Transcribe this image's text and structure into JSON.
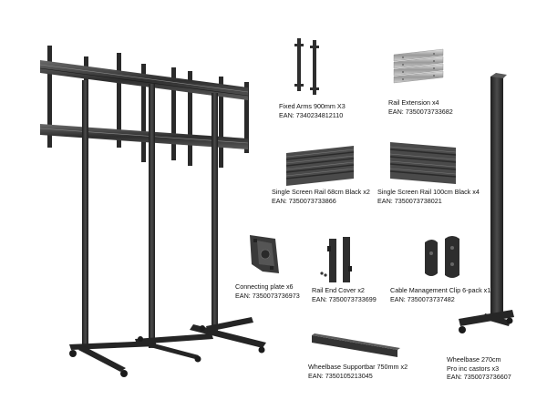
{
  "colors": {
    "background": "#ffffff",
    "metal_dark": "#2b2b2b",
    "metal_mid": "#4a4a4a",
    "metal_light": "#bdbdbd",
    "text": "#111111"
  },
  "parts": [
    {
      "id": "fixed-arms",
      "name": "Fixed Arms 900mm  X3",
      "ean": "EAN: 7340234812110"
    },
    {
      "id": "rail-extension",
      "name": "Rail Extension x4",
      "ean": "EAN: 7350073733682"
    },
    {
      "id": "rail-68",
      "name": "Single Screen Rail 68cm Black x2",
      "ean": "EAN: 7350073733866"
    },
    {
      "id": "rail-100",
      "name": "Single Screen Rail 100cm Black x4",
      "ean": "EAN: 7350073738021"
    },
    {
      "id": "connecting-plate",
      "name": "Connecting plate x6",
      "ean": "EAN: 7350073736973"
    },
    {
      "id": "rail-end-cover",
      "name": "Rail End Cover x2",
      "ean": "EAN: 7350073733699"
    },
    {
      "id": "cable-clip",
      "name": "Cable Management Clip 6-pack x1",
      "ean": "EAN: 7350073737482"
    },
    {
      "id": "wheelbase-supportbar",
      "name": "Wheelbase Supportbar 750mm x2",
      "ean": "EAN: 7350105213045"
    },
    {
      "id": "wheelbase-270",
      "name": "Wheelbase 270cm",
      "name2": "Pro inc castors x3",
      "ean": "EAN: 7350073736607"
    }
  ]
}
